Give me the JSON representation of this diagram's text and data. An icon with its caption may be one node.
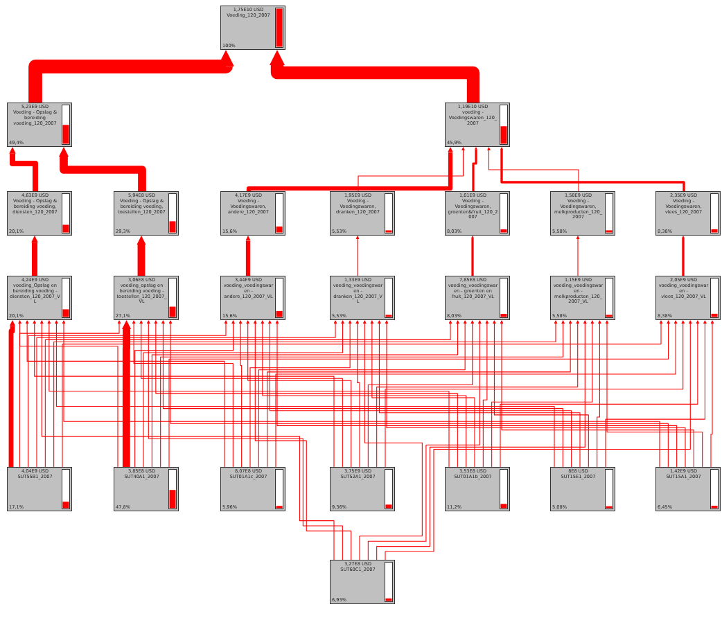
{
  "diagram": {
    "nodes": [
      {
        "text": [
          "1,75E10 USD",
          "Voeding_120_2007",
          "100%"
        ]
      },
      {
        "text": [
          "5,23E9 USD",
          "Voeding - Opslag & bereiding voeding_120_2007",
          "49,4%"
        ]
      },
      {
        "text": [
          "1,19E10 USD",
          "voeding - Voedingswaren_120_2007",
          "45,9%"
        ]
      },
      {
        "text": [
          "4,63E9 USD",
          "Voeding - Opslag & bereiding voeding, diensten_120_2007",
          "20,1%"
        ]
      },
      {
        "text": [
          "5,94E8 USD",
          "Voeding - Opslag & bereiding voeding, toestellen_120_2007",
          "29,3%"
        ]
      },
      {
        "text": [
          "4,17E9 USD",
          "Voeding - Voedingswaren, andere_120_2007",
          "15,6%"
        ]
      },
      {
        "text": [
          "1,95E9 USD",
          "Voeding - Voedingswaren, dranken_120_2007",
          "5,53%"
        ]
      },
      {
        "text": [
          "1,01E9 USD",
          "Voeding - Voedingswaren, groenten&fruit_120_2007",
          "8,03%"
        ]
      },
      {
        "text": [
          "1,58E9 USD",
          "Voeding - Voedingswaren, melkproducten_120_2007",
          "5,58%"
        ]
      },
      {
        "text": [
          "2,35E9 USD",
          "Voeding - Voedingswaren, vlees_120_2007",
          "8,38%"
        ]
      },
      {
        "text": [
          "4,24E9 USD",
          "voeding_Opslag en bereiding voeding - diensten_120_2007_VL",
          "20,1%"
        ]
      },
      {
        "text": [
          "3,06E8 USD",
          "voeding_opslag en bereiding voeding - toestellen_120_2007_VL",
          "27,1%"
        ]
      },
      {
        "text": [
          "3,44E9 USD",
          "voeding_voedingswaren - andere_120_2007_VL",
          "15,6%"
        ]
      },
      {
        "text": [
          "1,33E9 USD",
          "voeding_voedingswaren - dranken_120_2007_VL",
          "5,53%"
        ]
      },
      {
        "text": [
          "7,85E8 USD",
          "voeding_voedingswaren - groenten en fruit_120_2007_VL",
          "8,03%"
        ]
      },
      {
        "text": [
          "1,15E9 USD",
          "voeding_voedingswaren - melkproducten_120_2007_VL",
          "5,58%"
        ]
      },
      {
        "text": [
          "2,05E9 USD",
          "voeding_voedingswaren - vlees_120_2007_VL",
          "8,38%"
        ]
      },
      {
        "text": [
          "4,04E9 USD",
          "SUT55B1_2007",
          "17,1%"
        ]
      },
      {
        "text": [
          "3,85E8 USD",
          "SUT40A1_2007",
          "47,8%"
        ]
      },
      {
        "text": [
          "8,07E8 USD",
          "SUT01A1c_2007",
          "5,96%"
        ]
      },
      {
        "text": [
          "3,75E9 USD",
          "SUT52A1_2007",
          "9,36%"
        ]
      },
      {
        "text": [
          "3,53E8 USD",
          "SUT01A1b_2007",
          "11,2%"
        ]
      },
      {
        "text": [
          "8E8 USD",
          "SUT15E1_2007",
          "5,08%"
        ]
      },
      {
        "text": [
          "1,42E9 USD",
          "SUT15A1_2007",
          "6,45%"
        ]
      },
      {
        "text": [
          "3,27E8 USD",
          "SUT60C1_2007",
          "6,93%"
        ]
      }
    ],
    "edges": [
      {
        "from": 1,
        "to": 0,
        "arrow": "to",
        "style": "thick"
      },
      {
        "from": 2,
        "to": 0,
        "arrow": "to",
        "style": "thick"
      },
      {
        "from": 3,
        "to": 1,
        "arrow": "to",
        "style": "thick"
      },
      {
        "from": 4,
        "to": 1,
        "arrow": "to",
        "style": "thick"
      },
      {
        "from": 5,
        "to": 2,
        "arrow": "to",
        "style": "thick"
      },
      {
        "from": 6,
        "to": 2,
        "arrow": "to"
      },
      {
        "from": 7,
        "to": 2,
        "arrow": "to",
        "style": "thick"
      },
      {
        "from": 8,
        "to": 2,
        "arrow": "to"
      },
      {
        "from": 9,
        "to": 2,
        "arrow": "to",
        "style": "thick"
      },
      {
        "from": 10,
        "to": 3,
        "arrow": "to",
        "style": "thick"
      },
      {
        "from": 11,
        "to": 4,
        "arrow": "to",
        "style": "thick"
      },
      {
        "from": 12,
        "to": 5,
        "arrow": "to",
        "style": "thick"
      },
      {
        "from": 13,
        "to": 6,
        "arrow": "to"
      },
      {
        "from": 14,
        "to": 7,
        "arrow": "to",
        "style": "thick"
      },
      {
        "from": 15,
        "to": 8,
        "arrow": "to"
      },
      {
        "from": 16,
        "to": 9,
        "arrow": "to",
        "style": "thick"
      },
      {
        "from": 17,
        "to": 10,
        "arrow": "to",
        "style": "thick"
      },
      {
        "from": 17,
        "to": 11,
        "arrow": "to"
      },
      {
        "from": 17,
        "to": 12,
        "arrow": "to"
      },
      {
        "from": 17,
        "to": 13,
        "arrow": "to"
      },
      {
        "from": 17,
        "to": 14,
        "arrow": "to"
      },
      {
        "from": 17,
        "to": 15,
        "arrow": "to"
      },
      {
        "from": 17,
        "to": 16,
        "arrow": "to"
      },
      {
        "from": 18,
        "to": 10,
        "arrow": "to"
      },
      {
        "from": 18,
        "to": 11,
        "arrow": "to",
        "style": "thick"
      },
      {
        "from": 18,
        "to": 12,
        "arrow": "to"
      },
      {
        "from": 18,
        "to": 13,
        "arrow": "to"
      },
      {
        "from": 18,
        "to": 14,
        "arrow": "to"
      },
      {
        "from": 18,
        "to": 15,
        "arrow": "to"
      },
      {
        "from": 18,
        "to": 16,
        "arrow": "to"
      },
      {
        "from": 19,
        "to": 10,
        "arrow": "to"
      },
      {
        "from": 19,
        "to": 11,
        "arrow": "to"
      },
      {
        "from": 19,
        "to": 12,
        "arrow": "to"
      },
      {
        "from": 19,
        "to": 13,
        "arrow": "to"
      },
      {
        "from": 19,
        "to": 14,
        "arrow": "to"
      },
      {
        "from": 19,
        "to": 15,
        "arrow": "to"
      },
      {
        "from": 19,
        "to": 16,
        "arrow": "to"
      },
      {
        "from": 20,
        "to": 10,
        "arrow": "to"
      },
      {
        "from": 20,
        "to": 11,
        "arrow": "to"
      },
      {
        "from": 20,
        "to": 12,
        "arrow": "to"
      },
      {
        "from": 20,
        "to": 13,
        "arrow": "to"
      },
      {
        "from": 20,
        "to": 14,
        "arrow": "to"
      },
      {
        "from": 20,
        "to": 15,
        "arrow": "to"
      },
      {
        "from": 20,
        "to": 16,
        "arrow": "to"
      },
      {
        "from": 21,
        "to": 10,
        "arrow": "to"
      },
      {
        "from": 21,
        "to": 11,
        "arrow": "to"
      },
      {
        "from": 21,
        "to": 12,
        "arrow": "to"
      },
      {
        "from": 21,
        "to": 13,
        "arrow": "to"
      },
      {
        "from": 21,
        "to": 14,
        "arrow": "to"
      },
      {
        "from": 21,
        "to": 15,
        "arrow": "to"
      },
      {
        "from": 21,
        "to": 16,
        "arrow": "to"
      },
      {
        "from": 22,
        "to": 10,
        "arrow": "to"
      },
      {
        "from": 22,
        "to": 11,
        "arrow": "to"
      },
      {
        "from": 22,
        "to": 12,
        "arrow": "to"
      },
      {
        "from": 22,
        "to": 13,
        "arrow": "to"
      },
      {
        "from": 22,
        "to": 14,
        "arrow": "to"
      },
      {
        "from": 22,
        "to": 15,
        "arrow": "to"
      },
      {
        "from": 22,
        "to": 16,
        "arrow": "to"
      },
      {
        "from": 23,
        "to": 10,
        "arrow": "to"
      },
      {
        "from": 23,
        "to": 11,
        "arrow": "to"
      },
      {
        "from": 23,
        "to": 12,
        "arrow": "to"
      },
      {
        "from": 23,
        "to": 13,
        "arrow": "to"
      },
      {
        "from": 23,
        "to": 14,
        "arrow": "to"
      },
      {
        "from": 23,
        "to": 15,
        "arrow": "to"
      },
      {
        "from": 23,
        "to": 16,
        "arrow": "to"
      },
      {
        "from": 24,
        "to": 10,
        "arrow": "to"
      },
      {
        "from": 24,
        "to": 11,
        "arrow": "to"
      },
      {
        "from": 24,
        "to": 12,
        "arrow": "to"
      },
      {
        "from": 24,
        "to": 13,
        "arrow": "to"
      },
      {
        "from": 24,
        "to": 14,
        "arrow": "to"
      },
      {
        "from": 24,
        "to": 15,
        "arrow": "to"
      },
      {
        "from": 24,
        "to": 16,
        "arrow": "to"
      }
    ]
  }
}
